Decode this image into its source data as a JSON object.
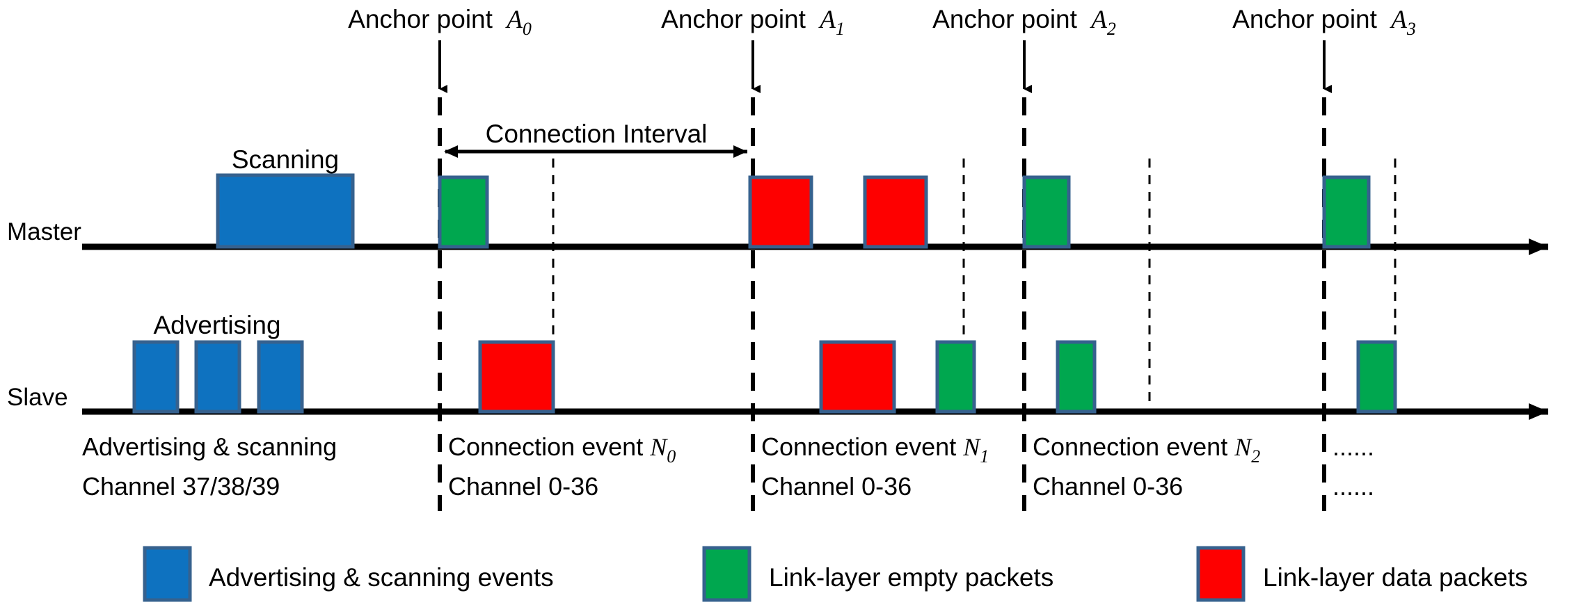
{
  "chart_data": {
    "type": "diagram",
    "title": "BLE advertising / connection-event timing diagram",
    "rows": [
      "Master",
      "Slave"
    ],
    "colors": {
      "blue": "#0e72c0",
      "green": "#00a74f",
      "red": "#fe0000",
      "outline": "#36618e",
      "axis": "#000000"
    },
    "anchors": [
      {
        "label": "Anchor point",
        "symbol": "A",
        "sub": "0"
      },
      {
        "label": "Anchor point",
        "symbol": "A",
        "sub": "1"
      },
      {
        "label": "Anchor point",
        "symbol": "A",
        "sub": "2"
      },
      {
        "label": "Anchor point",
        "symbol": "A",
        "sub": "3"
      }
    ],
    "connection_interval_label": "Connection Interval",
    "master_packets": [
      {
        "type": "advertising-scanning",
        "color": "blue"
      },
      {
        "type": "link-layer-empty",
        "color": "green"
      },
      {
        "type": "link-layer-data",
        "color": "red"
      },
      {
        "type": "link-layer-data",
        "color": "red"
      },
      {
        "type": "link-layer-empty",
        "color": "green"
      },
      {
        "type": "link-layer-empty",
        "color": "green"
      }
    ],
    "slave_packets": [
      {
        "type": "advertising-scanning",
        "color": "blue"
      },
      {
        "type": "advertising-scanning",
        "color": "blue"
      },
      {
        "type": "advertising-scanning",
        "color": "blue"
      },
      {
        "type": "link-layer-data",
        "color": "red"
      },
      {
        "type": "link-layer-data",
        "color": "red"
      },
      {
        "type": "link-layer-empty",
        "color": "green"
      },
      {
        "type": "link-layer-empty",
        "color": "green"
      },
      {
        "type": "link-layer-empty",
        "color": "green"
      }
    ]
  },
  "rows": {
    "master_label": "Master",
    "slave_label": "Slave"
  },
  "state_labels": {
    "scanning": "Scanning",
    "advertising": "Advertising"
  },
  "interval": {
    "label": "Connection Interval"
  },
  "anchors": {
    "a0": {
      "text": "Anchor point",
      "sym": "A",
      "sub": "0"
    },
    "a1": {
      "text": "Anchor point",
      "sym": "A",
      "sub": "1"
    },
    "a2": {
      "text": "Anchor point",
      "sym": "A",
      "sub": "2"
    },
    "a3": {
      "text": "Anchor point",
      "sym": "A",
      "sub": "3"
    }
  },
  "segments": {
    "seg0": {
      "line1": "Advertising & scanning",
      "line2": "Channel 37/38/39"
    },
    "seg1": {
      "line1a": "Connection event ",
      "sym": "N",
      "sub": "0",
      "line2": "Channel 0-36"
    },
    "seg2": {
      "line1a": "Connection event ",
      "sym": "N",
      "sub": "1",
      "line2": "Channel 0-36"
    },
    "seg3": {
      "line1a": "Connection event ",
      "sym": "N",
      "sub": "2",
      "line2": "Channel 0-36"
    },
    "seg4": {
      "line1": "......",
      "line2": "......"
    }
  },
  "legend": {
    "items": [
      {
        "label": "Advertising & scanning events",
        "color": "#0e72c0"
      },
      {
        "label": "Link-layer empty packets",
        "color": "#00a74f"
      },
      {
        "label": "Link-layer data packets",
        "color": "#fe0000"
      }
    ]
  }
}
